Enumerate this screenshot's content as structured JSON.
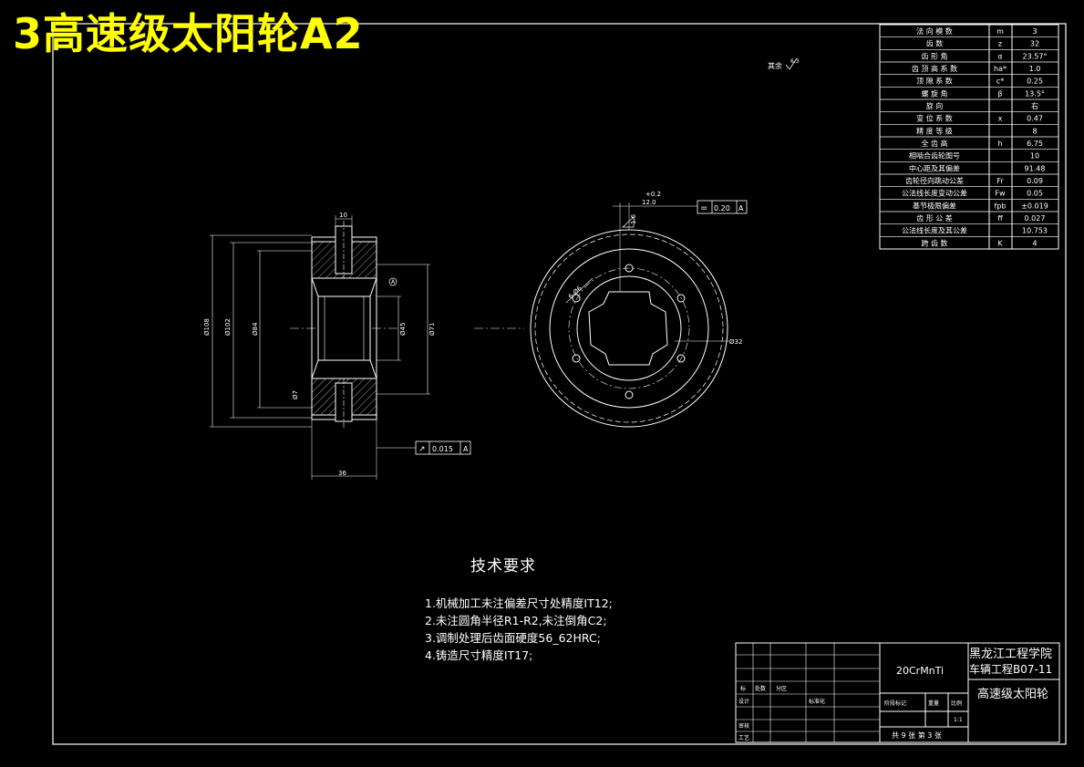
{
  "title": "3高速级太阳轮A2",
  "roughness_note": "其余",
  "roughness_value": "6.3",
  "param_table": [
    {
      "name": "法 向 模 数",
      "sym": "m",
      "val": "3"
    },
    {
      "name": "齿 数",
      "sym": "z",
      "val": "32"
    },
    {
      "name": "齿 形 角",
      "sym": "α",
      "val": "23.57°"
    },
    {
      "name": "齿 顶 高 系 数",
      "sym": "ha*",
      "val": "1.0"
    },
    {
      "name": "顶 隙 系 数",
      "sym": "c*",
      "val": "0.25"
    },
    {
      "name": "螺 旋 角",
      "sym": "β",
      "val": "13.5°"
    },
    {
      "name": "旋 向",
      "sym": "",
      "val": "右"
    },
    {
      "name": "变 位 系 数",
      "sym": "x",
      "val": "0.47"
    },
    {
      "name": "精 度 等 级",
      "sym": "",
      "val": "8"
    },
    {
      "name": "全 齿 高",
      "sym": "h",
      "val": "6.75"
    },
    {
      "name": "相啮合齿轮图号",
      "sym": "",
      "val": "10"
    },
    {
      "name": "中心距及其偏差",
      "sym": "",
      "val": "91.48"
    },
    {
      "name": "齿轮径向跳动公差",
      "sym": "Fr",
      "val": "0.09"
    },
    {
      "name": "公法线长度变动公差",
      "sym": "Fw",
      "val": "0.05"
    },
    {
      "name": "基节极限偏差",
      "sym": "fpb",
      "val": "±0.019"
    },
    {
      "name": "齿 形 公 差",
      "sym": "ff",
      "val": "0.027"
    },
    {
      "name": "公法线长度及其公差",
      "sym": "",
      "val": "10.753"
    },
    {
      "name": "跨 齿 数",
      "sym": "K",
      "val": "4"
    }
  ],
  "dims": {
    "d108": "Ø108",
    "d102": "Ø102",
    "d84": "Ø84",
    "d45": "Ø45",
    "d71": "Ø71",
    "d7": "Ø7",
    "w10": "10",
    "w36": "36",
    "d32": "Ø32",
    "d6_4": "6-Ø6",
    "slot_pos": "+0.2",
    "slot_w": "12.0",
    "sym_tol": "0.20",
    "runout_tol": "0.015",
    "datum": "A",
    "chamfer": "1.6",
    "sym_sign": "=",
    "runout_sign": "↗"
  },
  "tech_requirements": {
    "heading": "技术要求",
    "items": [
      "1.机械加工未注偏差尺寸处精度IT12;",
      "2.未注圆角半径R1-R2,未注倒角C2;",
      "3.调制处理后齿面硬度56_62HRC;",
      "4.铸造尺寸精度IT17;"
    ]
  },
  "title_block": {
    "material": "20CrMnTi",
    "school": "黑龙江工程学院",
    "class": "车辆工程B07-11",
    "part_name": "高速级太阳轮",
    "scale": "1:1",
    "sheets": "共 9 张 第 3 张",
    "labels": {
      "mark": "标",
      "count": "处数",
      "zone": "分区",
      "design": "设计",
      "std": "标准化",
      "stage": "阶段标记",
      "weight": "重量",
      "ratio": "比例",
      "review": "审核",
      "process": "工艺"
    }
  }
}
